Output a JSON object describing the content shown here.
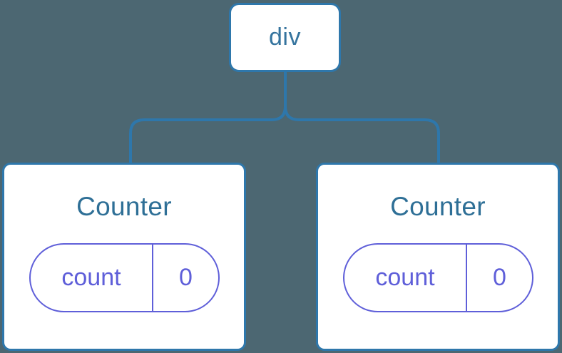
{
  "colors": {
    "background": "#4C6772",
    "connector_blue": "#2E77AB",
    "node_fill": "#FFFFFF",
    "node_text_blue": "#35749E",
    "title_text_blue": "#2E6F96",
    "state_purple": "#5F5FD9"
  },
  "tree": {
    "root": {
      "label": "div"
    },
    "children": [
      {
        "title": "Counter",
        "state": {
          "key": "count",
          "value": "0"
        }
      },
      {
        "title": "Counter",
        "state": {
          "key": "count",
          "value": "0"
        }
      }
    ]
  }
}
